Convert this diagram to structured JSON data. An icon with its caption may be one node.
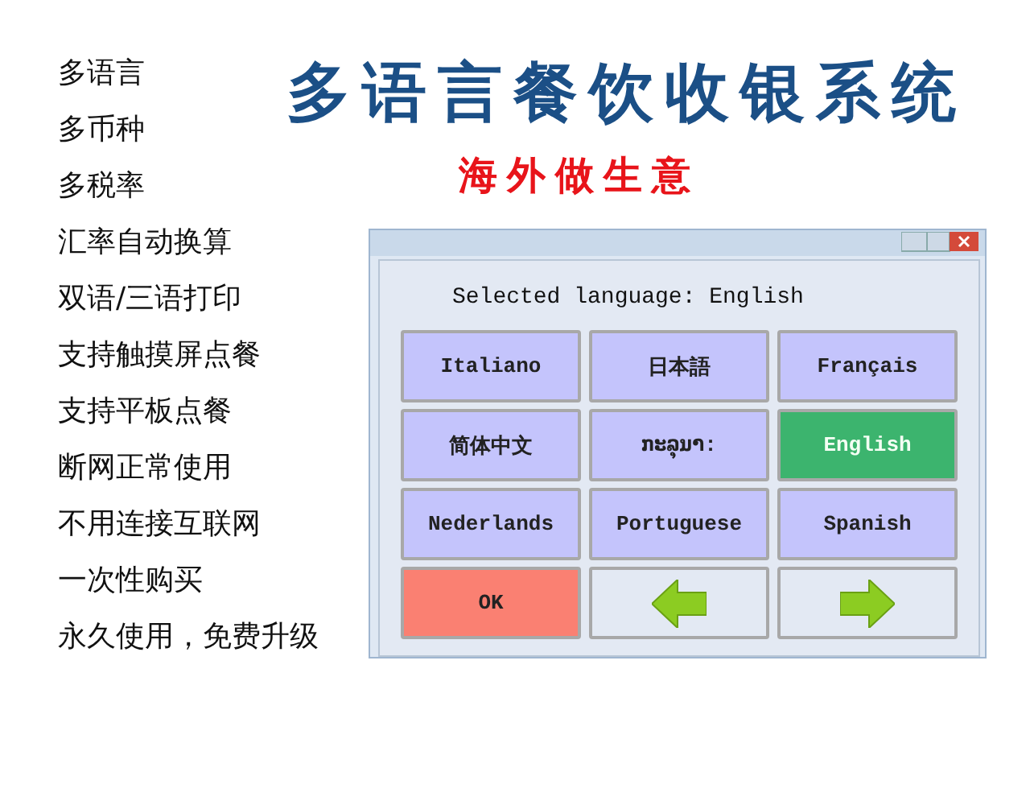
{
  "diagram": {
    "title": "多语言餐饮收银系统",
    "nodes": [
      {
        "text": [
          "Selected language: English"
        ]
      },
      {
        "text": [
          "Italiano"
        ],
        "in": 0
      },
      {
        "text": [
          "日本語"
        ],
        "in": 0
      },
      {
        "text": [
          "Français"
        ],
        "in": 0
      },
      {
        "text": [
          "简体中文"
        ],
        "in": 0
      },
      {
        "text": [
          "ກະລຸນາ:"
        ],
        "in": 0
      },
      {
        "text": [
          "English"
        ],
        "in": 0
      },
      {
        "text": [
          "Nederlands"
        ],
        "in": 0
      },
      {
        "text": [
          "Portuguese"
        ],
        "in": 0
      },
      {
        "text": [
          "Spanish"
        ],
        "in": 0
      },
      {
        "text": [
          "OK"
        ],
        "in": 0
      },
      {
        "text": [],
        "shape": "box",
        "in": 0
      },
      {
        "text": [],
        "shape": "box",
        "in": 0
      }
    ],
    "labels": [
      "多语言",
      "多币种",
      "多税率",
      "汇率自动换算",
      "双语/三语打印",
      "支持触摸屏点餐",
      "支持平板点餐",
      "断网正常使用",
      "不用连接互联网",
      "一次性购买",
      "永久使用，免费升级",
      "海外做生意"
    ]
  }
}
